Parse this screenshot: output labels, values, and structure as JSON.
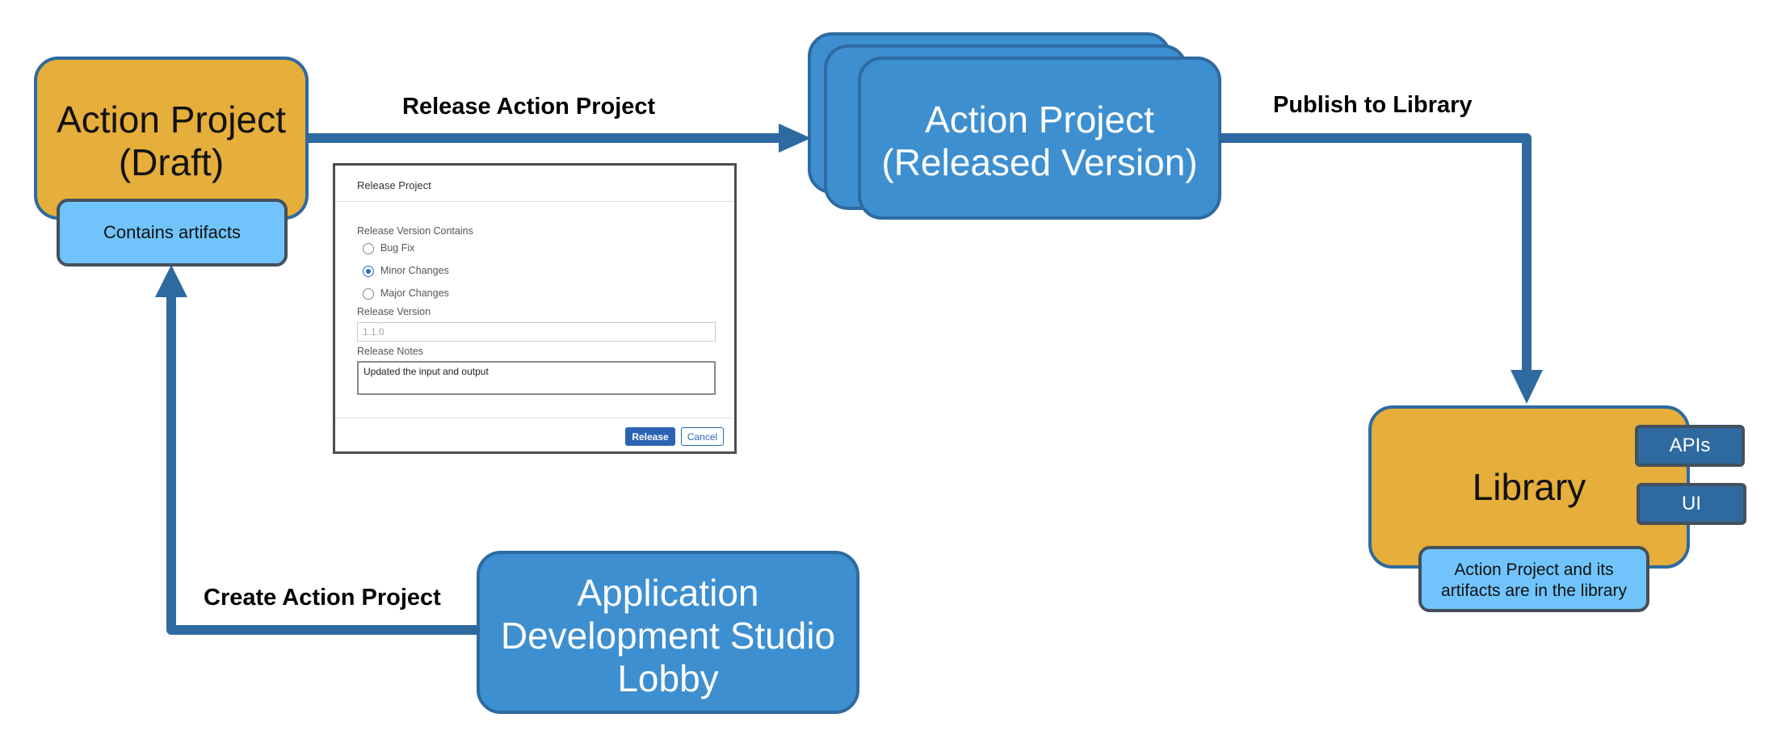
{
  "nodes": {
    "draft": {
      "title_line1": "Action Project",
      "title_line2": "(Draft)",
      "note": "Contains artifacts"
    },
    "released": {
      "title_line1": "Action Project",
      "title_line2": "(Released Version)"
    },
    "lobby": {
      "line1": "Application",
      "line2": "Development Studio",
      "line3": "Lobby"
    },
    "library": {
      "title": "Library",
      "tags": [
        "APIs",
        "UI"
      ],
      "note_line1": "Action Project and its",
      "note_line2": "artifacts are in the library"
    }
  },
  "edges": {
    "release": "Release Action Project",
    "publish": "Publish to Library",
    "create": "Create Action Project"
  },
  "dialog": {
    "title": "Release Project",
    "contains_label": "Release Version Contains",
    "options": [
      {
        "label": "Bug Fix",
        "selected": false
      },
      {
        "label": "Minor Changes",
        "selected": true
      },
      {
        "label": "Major Changes",
        "selected": false
      }
    ],
    "version_label": "Release Version",
    "version_value": "1.1.0",
    "notes_label": "Release Notes",
    "notes_value": "Updated the input and output",
    "release_button": "Release",
    "cancel_button": "Cancel"
  },
  "colors": {
    "connector": "#2e6aa0",
    "orange": "#e6ae3a",
    "blue": "#3d8fd0",
    "light_blue": "#70c4fb"
  }
}
